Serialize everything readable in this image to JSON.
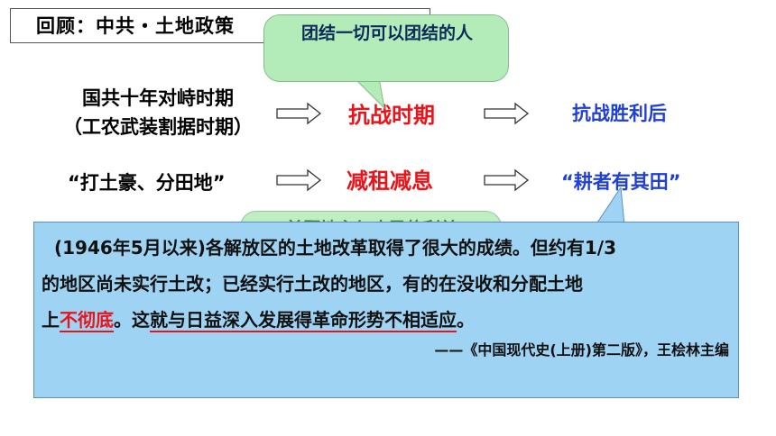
{
  "title": {
    "text": "回顾：中共・土地政策"
  },
  "callout_top": {
    "text": "团结一切可以团结的人"
  },
  "row1": {
    "left_line1": "国共十年对峙时期",
    "left_line2": "（工农武装割据时期）",
    "middle": "抗战时期",
    "right": "抗战胜利后"
  },
  "row2": {
    "left": "“打土豪、分田地”",
    "middle": "减租减息",
    "right": "“耕者有其田”"
  },
  "callout_back": {
    "text": "兼顾地主与农民的利益"
  },
  "quote": {
    "line1": "(1946年5月以来)各解放区的土地改革取得了很大的成绩。但约有1/3",
    "line2": "的地区尚未实行土改；已经实行土改的地区，有的在没收和分配土地",
    "line3_a": "上",
    "line3_b": "不彻底",
    "line3_c": "。这",
    "line3_d": "就与日益深入发展得革命形势不相适应",
    "line3_e": "。",
    "source": "——《中国现代史(上册)第二版》，王桧林主编"
  },
  "colors": {
    "red": "#e8141a",
    "blue": "#1f3fd6",
    "green_callout": "#b3ecb8",
    "quote_bg": "#9fd3f4"
  }
}
